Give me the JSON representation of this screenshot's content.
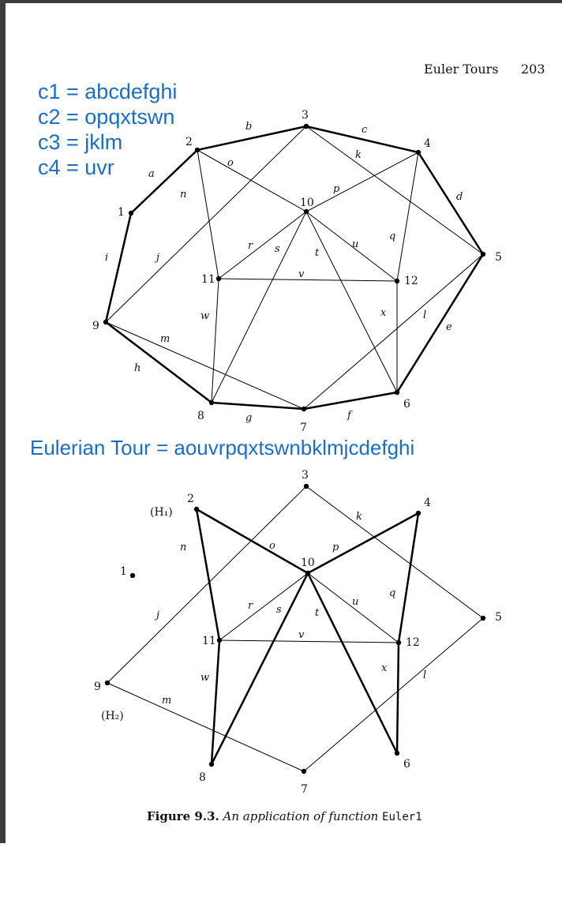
{
  "running_head": {
    "title": "Euler Tours",
    "page_number": "203"
  },
  "annotations": {
    "cycles": [
      "c1 = abcdefghi",
      "c2 = opqxtswn",
      "c3 = jklm",
      "c4 = uvr"
    ],
    "eulerian_tour": "Eulerian Tour = aouvrpqxtswnbklmjcdefghi"
  },
  "figure1": {
    "vertices": [
      "1",
      "2",
      "3",
      "4",
      "5",
      "6",
      "7",
      "8",
      "9",
      "10",
      "11",
      "12"
    ],
    "edge_labels": [
      "a",
      "b",
      "c",
      "d",
      "e",
      "f",
      "g",
      "h",
      "i",
      "j",
      "k",
      "l",
      "m",
      "n",
      "o",
      "p",
      "q",
      "r",
      "s",
      "t",
      "u",
      "v",
      "w",
      "x"
    ]
  },
  "figure2": {
    "vertices": [
      "1",
      "2",
      "3",
      "4",
      "5",
      "6",
      "7",
      "8",
      "9",
      "10",
      "11",
      "12"
    ],
    "edge_labels": [
      "j",
      "k",
      "l",
      "m",
      "n",
      "o",
      "p",
      "q",
      "r",
      "s",
      "t",
      "u",
      "v",
      "w",
      "x"
    ],
    "subgraph_labels": {
      "h1": "(H₁)",
      "h2": "(H₂)"
    }
  },
  "caption": {
    "figure_number": "Figure 9.3.",
    "text": "An application of function",
    "code": "Euler1"
  }
}
